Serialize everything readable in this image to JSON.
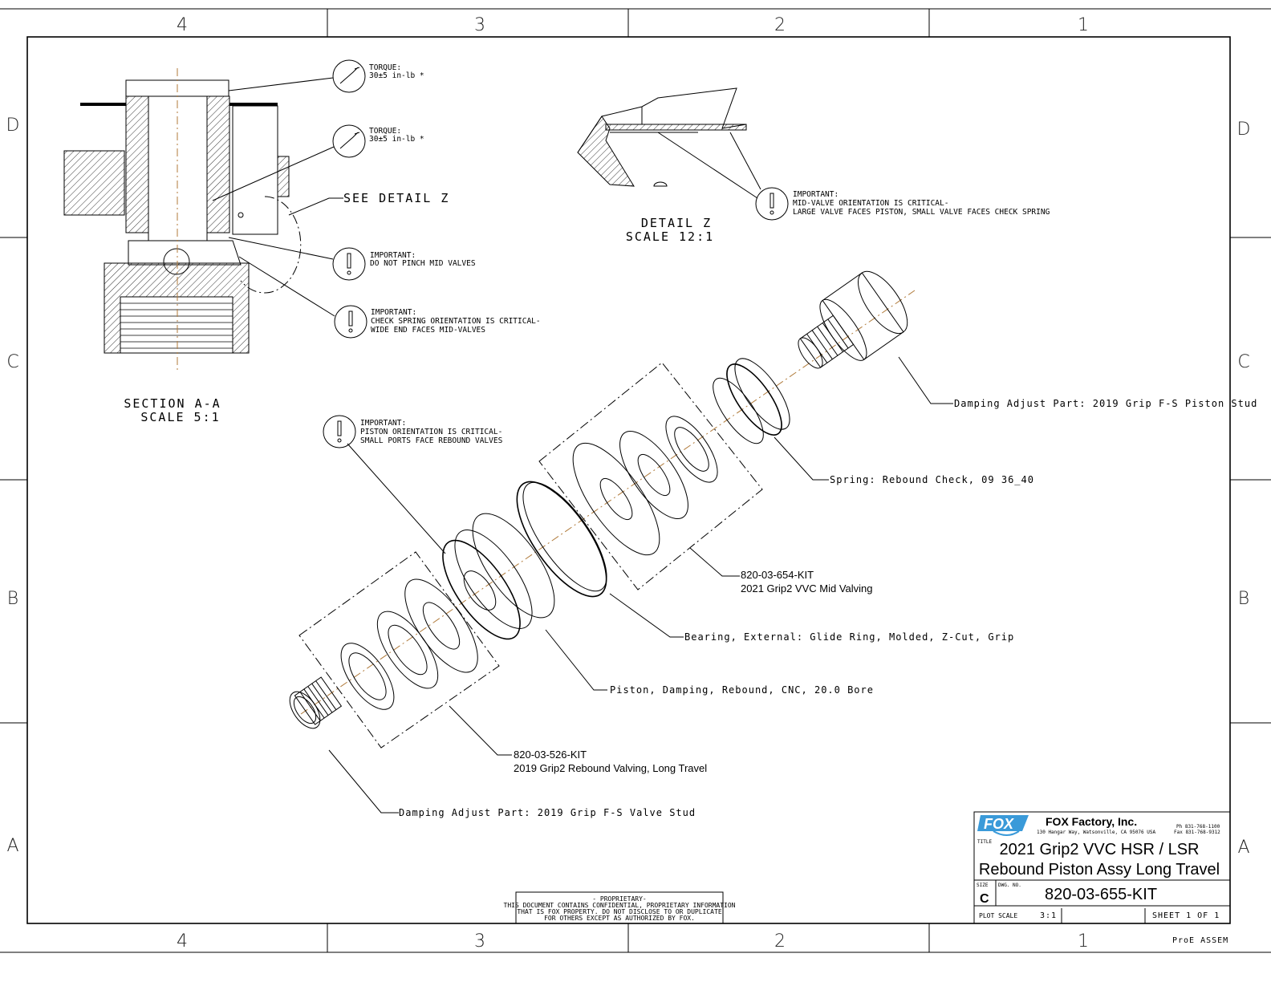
{
  "border": {
    "columns": [
      "4",
      "3",
      "2",
      "1"
    ],
    "rows": [
      "D",
      "C",
      "B",
      "A"
    ]
  },
  "section_view": {
    "title": "SECTION  A-A",
    "scale": "SCALE  5:1",
    "see_detail": "SEE DETAIL  Z",
    "torque_notes": [
      {
        "line1": "TORQUE:",
        "line2": "30±5 in-lb *"
      },
      {
        "line1": "TORQUE:",
        "line2": "30±5 in-lb *"
      }
    ],
    "important_notes": [
      {
        "line1": "IMPORTANT:",
        "line2": "DO NOT PINCH MID VALVES"
      },
      {
        "line1": "IMPORTANT:",
        "line2": "CHECK SPRING ORIENTATION IS CRITICAL-",
        "line3": "WIDE END FACES MID-VALVES"
      }
    ]
  },
  "detail_view": {
    "title": "DETAIL  Z",
    "scale": "SCALE  12:1",
    "note": {
      "line1": "IMPORTANT:",
      "line2": "MID-VALVE ORIENTATION IS CRITICAL-",
      "line3": "LARGE VALVE FACES PISTON, SMALL VALVE FACES CHECK SPRING"
    }
  },
  "exploded_view": {
    "piston_note": {
      "line1": "IMPORTANT:",
      "line2": "PISTON ORIENTATION IS CRITICAL-",
      "line3": "SMALL PORTS FACE REBOUND VALVES"
    },
    "labels": {
      "piston_stud": "Damping Adjust Part: 2019 Grip F-S Piston Stud",
      "spring": "Spring: Rebound Check, 09 36_40",
      "mid_kit_number": "820-03-654-KIT",
      "mid_kit_name": "2021 Grip2 VVC Mid Valving",
      "bearing": "Bearing, External: Glide Ring, Molded, Z-Cut, Grip",
      "piston": "Piston, Damping, Rebound, CNC, 20.0 Bore",
      "rebound_kit_number": "820-03-526-KIT",
      "rebound_kit_name": "2019 Grip2 Rebound Valving, Long Travel",
      "valve_stud": "Damping Adjust Part: 2019 Grip F-S Valve Stud"
    }
  },
  "proprietary": {
    "line1": "- PROPRIETARY-",
    "line2": "THIS DOCUMENT CONTAINS CONFIDENTIAL, PROPRIETARY INFORMATION",
    "line3": "THAT IS FOX PROPERTY.  DO NOT DISCLOSE TO OR DUPLICATE",
    "line4": "FOR OTHERS EXCEPT AS AUTHORIZED BY FOX."
  },
  "title_block": {
    "logo_text": "FOX",
    "company": "FOX  Factory, Inc.",
    "address": "130 Hangar Way, Watsonville, CA 95076 USA",
    "phone": "Ph 831-768-1100",
    "fax": "Fax 831-768-9312",
    "title_label": "TITLE",
    "title_line1": "2021 Grip2 VVC HSR / LSR",
    "title_line2": "Rebound Piston Assy Long Travel",
    "size_label": "SIZE",
    "size": "C",
    "dwg_label": "DWG. NO.",
    "dwg_no": "820-03-655-KIT",
    "plot_scale_label": "PLOT SCALE",
    "plot_scale": "3:1",
    "sheet": "SHEET 1 OF 1",
    "software": "ProE ASSEM"
  },
  "colors": {
    "logo": "#3a9ad9",
    "centerline": "#b07a3a"
  }
}
